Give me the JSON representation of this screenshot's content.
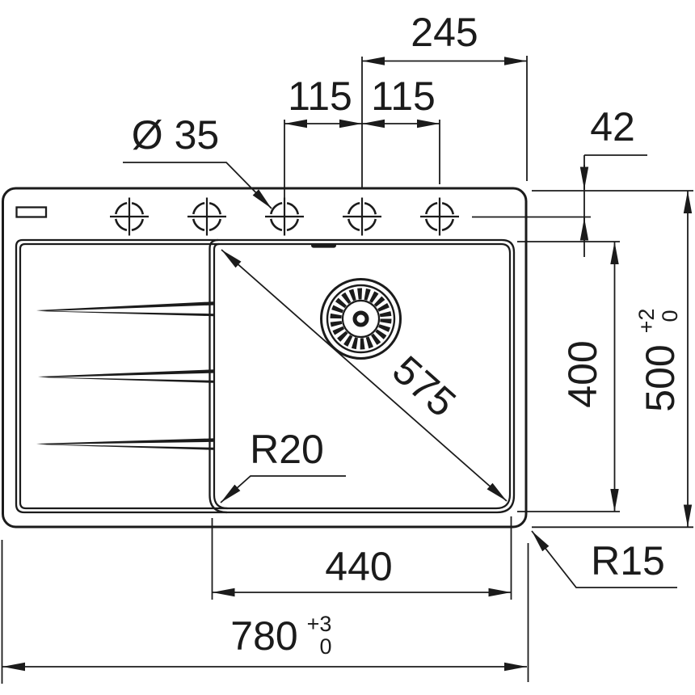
{
  "page": {
    "background": "#ffffff",
    "line_color": "#1b1b1b"
  },
  "drawing": {
    "subject": "kitchen-sink-top-view-technical-drawing",
    "units": "mm"
  },
  "dims": {
    "tap_holes_to_right_edge": "245",
    "tap_hole_pitch_left": "115",
    "tap_hole_pitch_right": "115",
    "tap_hole_diameter": "Ø 35",
    "top_edge_to_tap_holes": "42",
    "bowl_diagonal": "575",
    "bowl_front_to_back": "400",
    "overall_front_to_back": "500",
    "overall_front_to_back_tol_plus": "+2",
    "overall_front_to_back_tol_minus": "0",
    "bowl_inner_radius": "R20",
    "outer_corner_radius": "R15",
    "bowl_width": "440",
    "overall_width": "780",
    "overall_width_tol_plus": "+3",
    "overall_width_tol_minus": "0"
  }
}
